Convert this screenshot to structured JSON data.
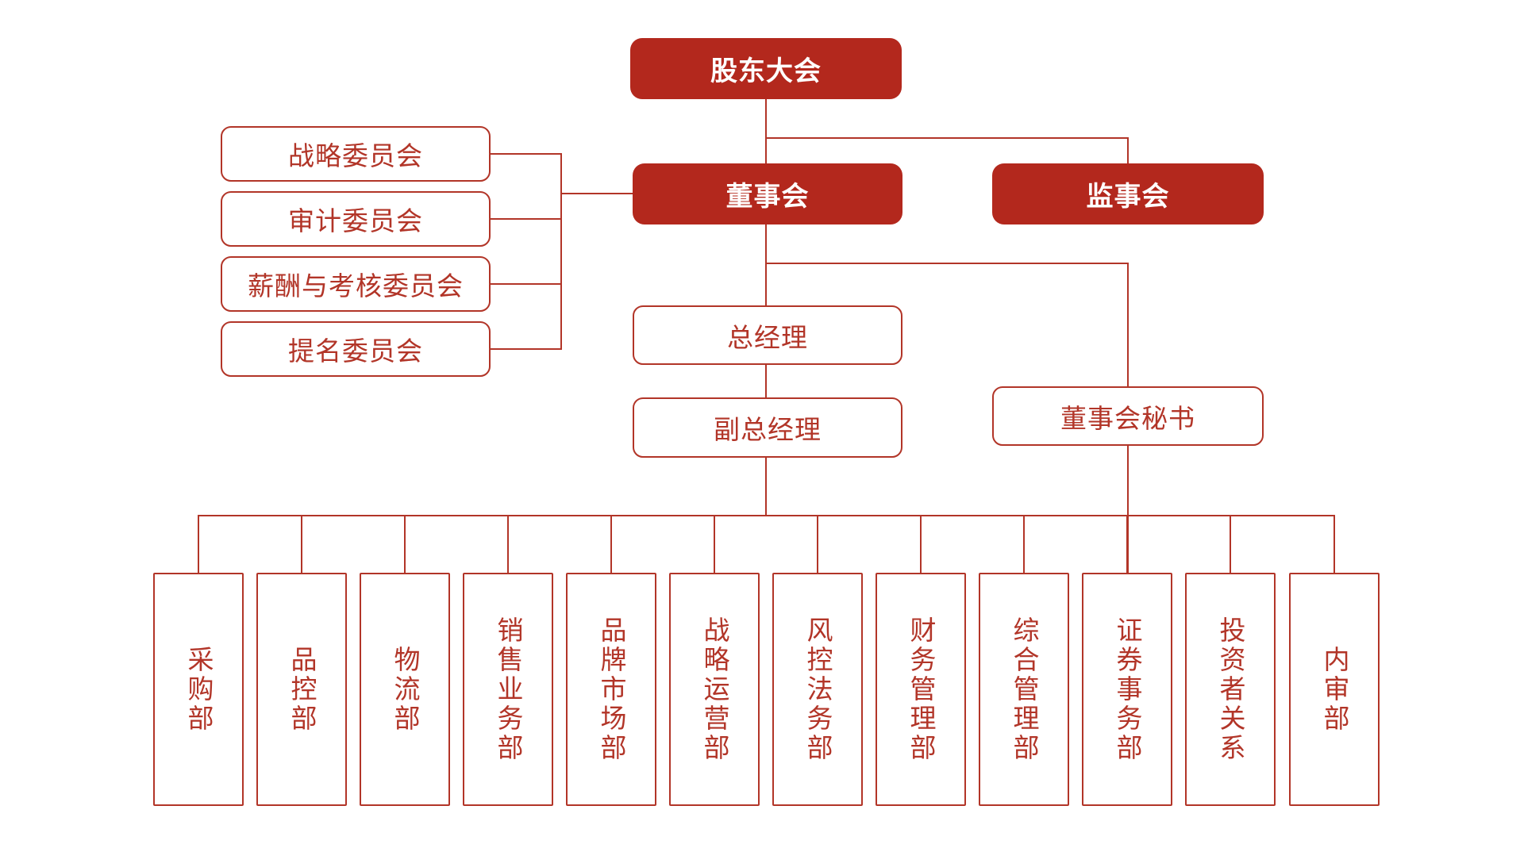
{
  "colors": {
    "node_fill_red": "#B3281D",
    "line_red": "#B23528",
    "background": "#FFFFFF",
    "text_on_fill": "#FFFFFF"
  },
  "org": {
    "shareholders_meeting": {
      "label": "股东大会"
    },
    "board_of_directors": {
      "label": "董事会"
    },
    "supervisory_board": {
      "label": "监事会"
    },
    "committees": [
      {
        "label": "战略委员会"
      },
      {
        "label": "审计委员会"
      },
      {
        "label": "薪酬与考核委员会"
      },
      {
        "label": "提名委员会"
      }
    ],
    "general_manager": {
      "label": "总经理"
    },
    "deputy_general_manager": {
      "label": "副总经理"
    },
    "board_secretary": {
      "label": "董事会秘书"
    },
    "departments": [
      {
        "label": "采购部"
      },
      {
        "label": "品控部"
      },
      {
        "label": "物流部"
      },
      {
        "label": "销售业务部"
      },
      {
        "label": "品牌市场部"
      },
      {
        "label": "战略运营部"
      },
      {
        "label": "风控法务部"
      },
      {
        "label": "财务管理部"
      },
      {
        "label": "综合管理部"
      },
      {
        "label": "证券事务部"
      },
      {
        "label": "投资者关系"
      },
      {
        "label": "内审部"
      }
    ]
  }
}
